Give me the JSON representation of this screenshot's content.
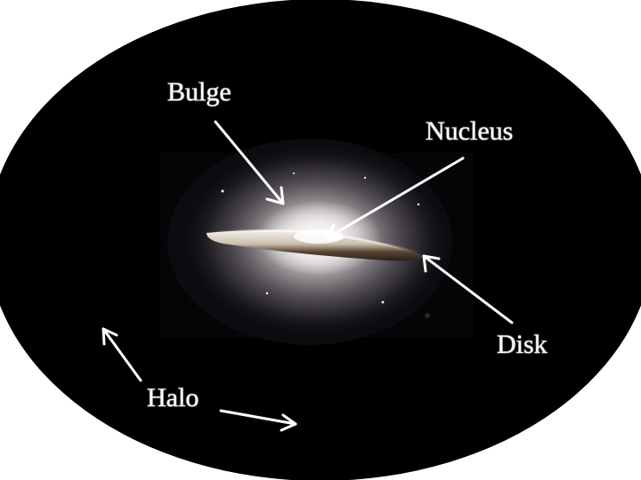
{
  "diagram": {
    "labels": {
      "bulge": "Bulge",
      "nucleus": "Nucleus",
      "disk": "Disk",
      "halo": "Halo"
    },
    "colors": {
      "background": "#ffffff",
      "halo_fill": "#000000",
      "label_text": "#ffffff",
      "arrow": "#ffffff",
      "dust_lane": "#5a4634"
    }
  }
}
